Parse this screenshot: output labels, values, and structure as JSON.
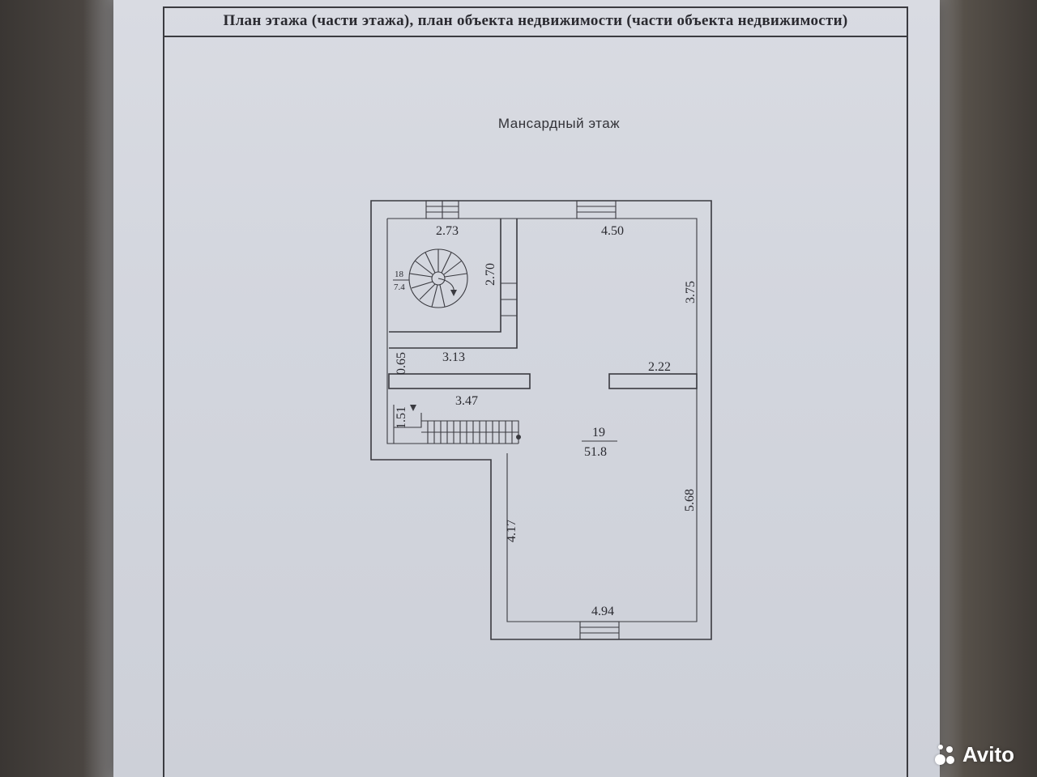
{
  "header": {
    "title": "План  этажа (части этажа), план объекта недвижимости (части объекта недвижимости)"
  },
  "plan": {
    "floor_label": "Мансардный этаж",
    "dimensions": {
      "stair_room_width": "2.73",
      "top_width": "4.50",
      "stair_room_height": "2.70",
      "right_upper_height": "3.75",
      "corridor_width": "3.13",
      "corridor_height": "0.65",
      "right_partition": "2.22",
      "stair_passage_width": "3.47",
      "stair_passage_height": "1.51",
      "left_lower_height": "4.17",
      "right_lower_height": "5.68",
      "bottom_width": "4.94"
    },
    "rooms": [
      {
        "number": "18",
        "area": "7.4"
      },
      {
        "number": "19",
        "area": "51.8"
      }
    ]
  },
  "watermark": {
    "brand": "Avito",
    "icon": "avito-logo-icon"
  }
}
